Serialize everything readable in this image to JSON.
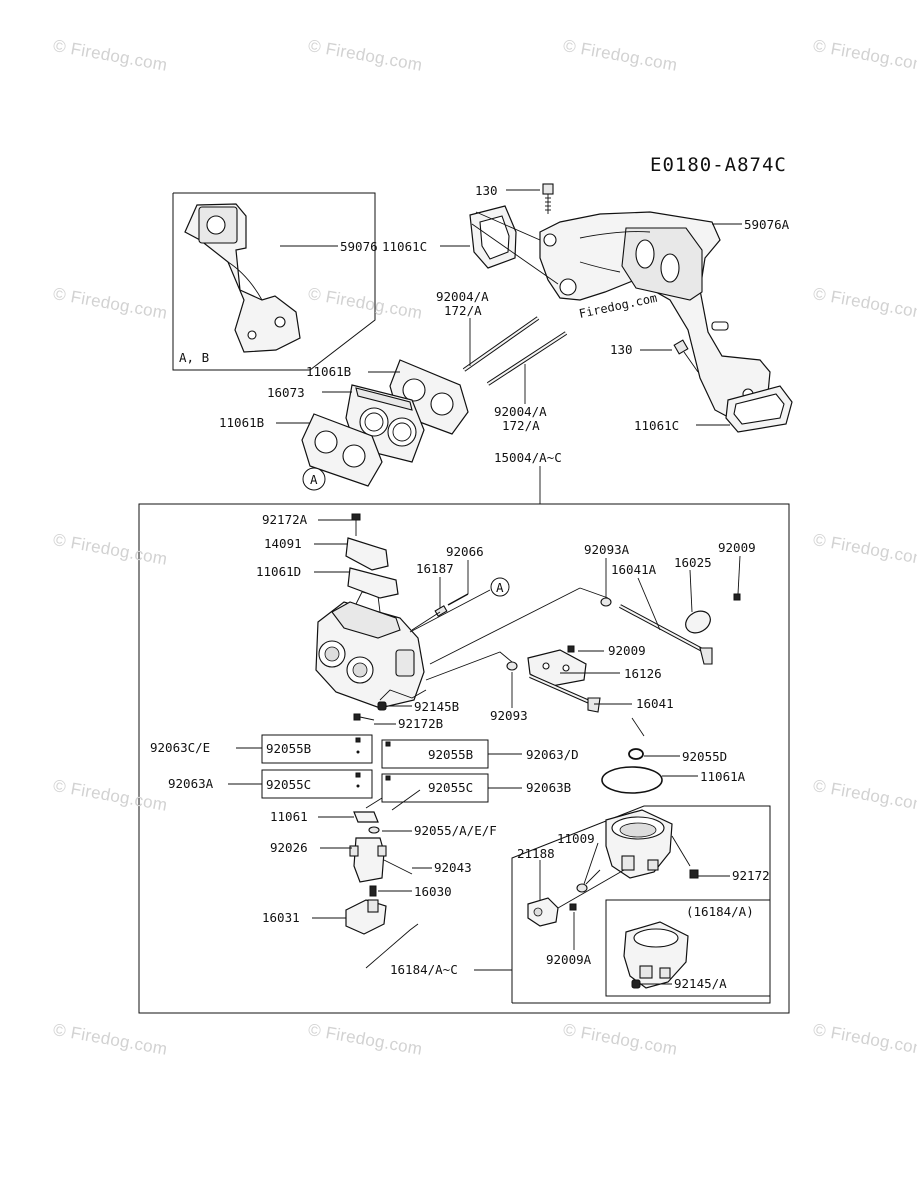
{
  "watermark": "Firedog.com",
  "diagram_code": "E0180-A874C",
  "inset_note": "A, B",
  "callout_A": "A",
  "watermark_center": "Firedog.com",
  "labels": {
    "p130a": "130",
    "p11061c_top": "11061C",
    "p59076": "59076",
    "p59076a": "59076A",
    "p92004_1": "92004/A",
    "p172_1": "172/A",
    "p11061b_1": "11061B",
    "p16073": "16073",
    "p11061b_2": "11061B",
    "p130b": "130",
    "p92004_2": "92004/A",
    "p172_2": "172/A",
    "p11061c_bot": "11061C",
    "p15004": "15004/A~C",
    "p92172a": "92172A",
    "p14091": "14091",
    "p11061d": "11061D",
    "p92066": "92066",
    "p16187": "16187",
    "p92093a": "92093A",
    "p16041a": "16041A",
    "p16025": "16025",
    "p92009_1": "92009",
    "p92009_2": "92009",
    "p16126": "16126",
    "p16041": "16041",
    "p92145b": "92145B",
    "p92093": "92093",
    "p92172b": "92172B",
    "p92063ce": "92063C/E",
    "p92055b_1": "92055B",
    "p92055b_2": "92055B",
    "p92063d": "92063/D",
    "p92055d": "92055D",
    "p92063a": "92063A",
    "p92055c_1": "92055C",
    "p92055c_2": "92055C",
    "p92063b": "92063B",
    "p11061a": "11061A",
    "p11061": "11061",
    "p92055aef": "92055/A/E/F",
    "p11009": "11009",
    "p21188": "21188",
    "p92026": "92026",
    "p92043": "92043",
    "p92172": "92172",
    "p16030": "16030",
    "p16184a": "(16184/A)",
    "p16031": "16031",
    "p92009a": "92009A",
    "p16184ac": "16184/A~C",
    "p92145a": "92145/A"
  }
}
